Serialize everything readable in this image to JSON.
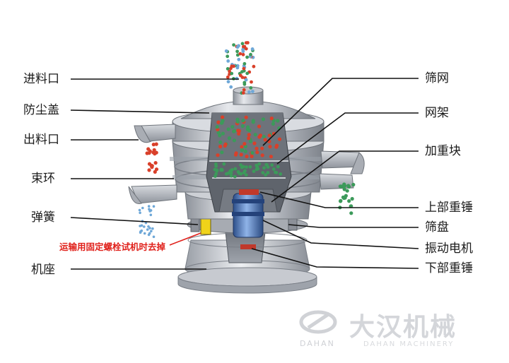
{
  "labels_left": [
    {
      "key": "feed_inlet",
      "text": "进料口"
    },
    {
      "key": "dust_cover",
      "text": "防尘盖"
    },
    {
      "key": "discharge_outlet",
      "text": "出料口"
    },
    {
      "key": "clamp_ring",
      "text": "束环"
    },
    {
      "key": "spring",
      "text": "弹簧"
    },
    {
      "key": "base",
      "text": "机座"
    }
  ],
  "labels_right": [
    {
      "key": "screen_mesh",
      "text": "筛网"
    },
    {
      "key": "mesh_frame",
      "text": "网架"
    },
    {
      "key": "weight_block",
      "text": "加重块"
    },
    {
      "key": "upper_weight",
      "text": "上部重锤"
    },
    {
      "key": "screen_tray",
      "text": "筛盘"
    },
    {
      "key": "vibration_motor",
      "text": "振动电机"
    },
    {
      "key": "lower_weight",
      "text": "下部重锤"
    }
  ],
  "warning_note": "运输用固定螺栓试机时去掉",
  "watermark": {
    "cn": "大汉机械",
    "en_left": "DAHAN",
    "en_right": "DAHAN MACHINERY"
  },
  "colors": {
    "leader_line": "#111111",
    "warning": "#e0211b",
    "particle_red": "#d9402a",
    "particle_green": "#3c9a5a",
    "particle_blue": "#6fa8d8",
    "metal": "#b8bcc4"
  }
}
